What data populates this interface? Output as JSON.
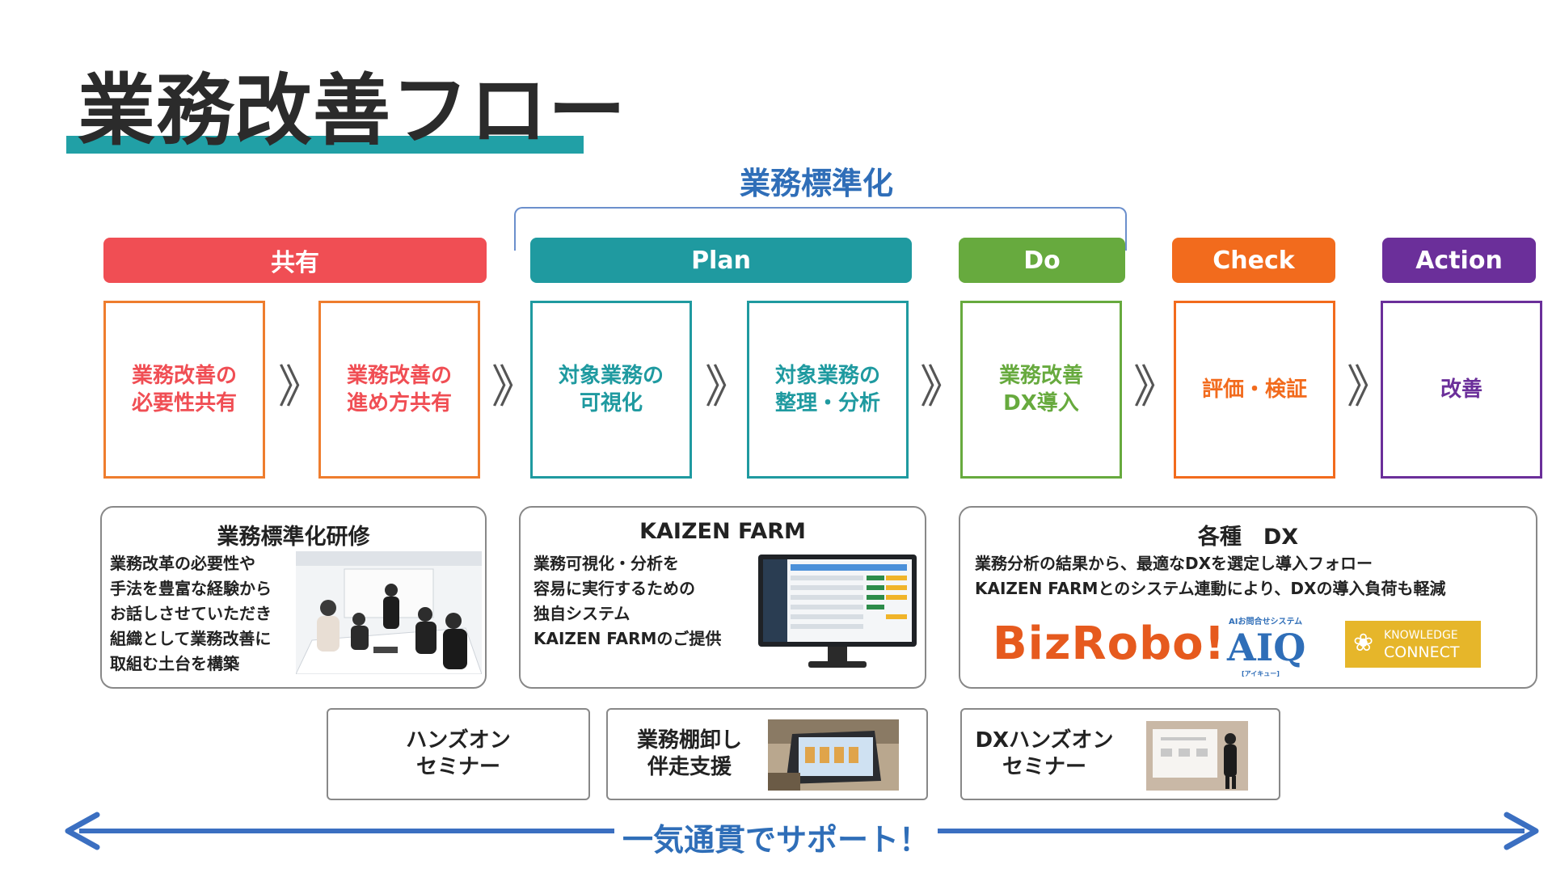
{
  "title": "業務改善フロー",
  "standardization_label": "業務標準化",
  "phases": [
    {
      "label": "共有",
      "color": "#f04e54"
    },
    {
      "label": "Plan",
      "color": "#1f9aa0"
    },
    {
      "label": "Do",
      "color": "#67aa3e"
    },
    {
      "label": "Check",
      "color": "#f26b1d"
    },
    {
      "label": "Action",
      "color": "#6b2f9a"
    }
  ],
  "steps": [
    {
      "label": "業務改善の\n必要性共有",
      "color": "#f04e54",
      "border": "#ee7d2e"
    },
    {
      "label": "業務改善の\n進め方共有",
      "color": "#f04e54",
      "border": "#ee7d2e"
    },
    {
      "label": "対象業務の\n可視化",
      "color": "#1f9aa0",
      "border": "#1f9aa0"
    },
    {
      "label": "対象業務の\n整理・分析",
      "color": "#1f9aa0",
      "border": "#1f9aa0"
    },
    {
      "label": "業務改善\nDX導入",
      "color": "#67aa3e",
      "border": "#67aa3e"
    },
    {
      "label": "評価・検証",
      "color": "#f26b1d",
      "border": "#f26b1d"
    },
    {
      "label": "改善",
      "color": "#6b2f9a",
      "border": "#6b2f9a"
    }
  ],
  "chevron": "》",
  "cards": {
    "training": {
      "title": "業務標準化研修",
      "text": "業務改革の必要性や\n手法を豊富な経験から\nお話しさせていただき\n組織として業務改善に\n取組む土台を構築"
    },
    "kaizen": {
      "title": "KAIZEN FARM",
      "text": "業務可視化・分析を\n容易に実行するための\n独自システム\nKAIZEN FARMのご提供"
    },
    "dx": {
      "title": "各種　DX",
      "text": "業務分析の結果から、最適なDXを選定し導入フォロー\nKAIZEN FARMとのシステム連動により、DXの導入負荷も軽減",
      "logos": {
        "bizrobo": "BizRobo!",
        "aiq_tag": "AIお問合せシステム",
        "aiq": "AIQ",
        "aiq_sub": "[アイキュー]",
        "knowledge_1": "KNOWLEDGE",
        "knowledge_2": "CONNECT"
      }
    }
  },
  "small_cards": [
    {
      "label": "ハンズオン\nセミナー"
    },
    {
      "label": "業務棚卸し\n伴走支援"
    },
    {
      "label": "DXハンズオン\nセミナー"
    }
  ],
  "footer": "一気通貫でサポート！",
  "colors": {
    "accent_teal": "#21a0a6",
    "accent_blue": "#2f6eb8",
    "arrow": "#3b6fc1"
  }
}
